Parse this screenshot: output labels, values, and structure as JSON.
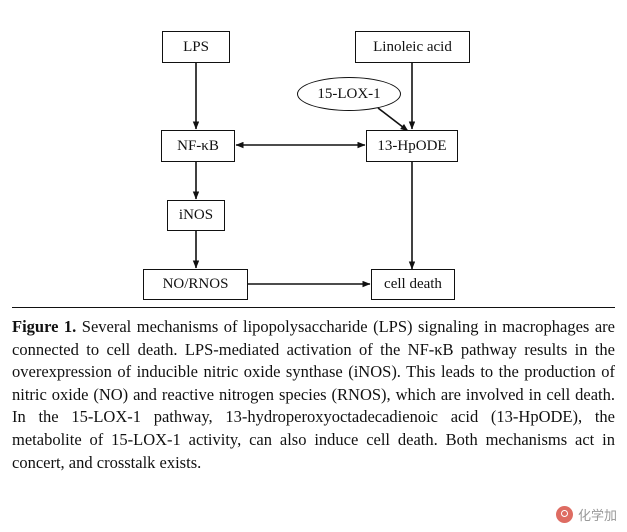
{
  "figure": {
    "nodes": [
      {
        "id": "lps",
        "label": "LPS"
      },
      {
        "id": "linoleic-acid",
        "label": "Linoleic acid"
      },
      {
        "id": "lox",
        "label": "15-LOX-1"
      },
      {
        "id": "nfkb",
        "label": "NF-κB"
      },
      {
        "id": "hpode",
        "label": "13-HpODE"
      },
      {
        "id": "inos",
        "label": "iNOS"
      },
      {
        "id": "no-rnos",
        "label": "NO/RNOS"
      },
      {
        "id": "cell-death",
        "label": "cell death"
      }
    ],
    "edges": [
      {
        "from": "lps",
        "to": "nfkb",
        "type": "arrow"
      },
      {
        "from": "linoleic-acid",
        "to": "hpode",
        "type": "arrow"
      },
      {
        "from": "lox",
        "to": "hpode",
        "type": "arrow"
      },
      {
        "from": "nfkb",
        "to": "hpode",
        "type": "double-arrow"
      },
      {
        "from": "nfkb",
        "to": "inos",
        "type": "arrow"
      },
      {
        "from": "inos",
        "to": "no-rnos",
        "type": "arrow"
      },
      {
        "from": "no-rnos",
        "to": "cell-death",
        "type": "arrow"
      },
      {
        "from": "hpode",
        "to": "cell-death",
        "type": "arrow"
      }
    ]
  },
  "caption": {
    "label": "Figure 1.",
    "text": " Several mechanisms of lipopolysaccharide (LPS) signaling in macrophages are connected to cell death. LPS-mediated activation of the NF-κB pathway results in the overexpression of inducible nitric oxide synthase (iNOS). This leads to the production of nitric oxide (NO) and reactive nitrogen species (RNOS), which are involved in cell death. In the 15-LOX-1 pathway, 13-hydroperoxyoctadecadienoic acid (13-HpODE), the metabolite of 15-LOX-1 activity, can also induce cell death. Both mechanisms act in concert, and crosstalk exists."
  },
  "watermark": {
    "text": "化学加"
  },
  "colors": {
    "stroke": "#111111",
    "background": "#ffffff",
    "watermark_accent": "#d33b2e"
  }
}
